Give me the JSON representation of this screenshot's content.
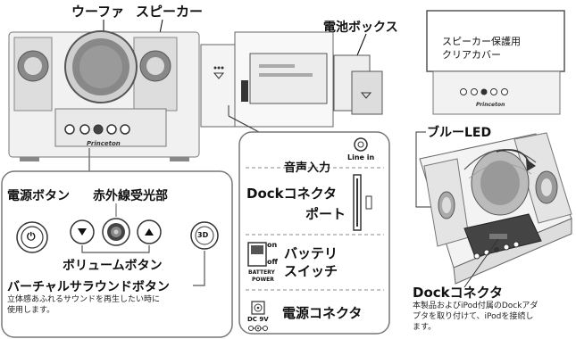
{
  "speaker_labels": {
    "woofer": "ウーファ",
    "speaker": "スピーカー"
  },
  "brand": "Princeton",
  "battery_box": {
    "title": "電池ボックス"
  },
  "cover": {
    "text_line1": "スピーカー保護用",
    "text_line2": "クリアカバー"
  },
  "blue_led": {
    "label": "ブルーLED"
  },
  "controls": {
    "power_button": "電源ボタン",
    "ir_receiver": "赤外線受光部",
    "volume": "ボリュームボタン",
    "btn_3d": "3D",
    "virtual_surround": "バーチャルサラウンドボタン",
    "virtual_surround_desc_1": "立体感あふれるサウンドを再生したい時に",
    "virtual_surround_desc_2": "使用します。"
  },
  "back_panel": {
    "audio_input": "音声入力",
    "line_in": "Line in",
    "dock_connector_port_1": "Dockコネクタ",
    "dock_connector_port_2": "ポート",
    "battery_switch_1": "バッテリ",
    "battery_switch_2": "スイッチ",
    "switch_on": "on",
    "switch_off": "off",
    "switch_caption_1": "BATTERY",
    "switch_caption_2": "POWER",
    "power_connector": "電源コネクタ",
    "dc_label": "DC 9V"
  },
  "dock": {
    "title": "Dockコネクタ",
    "desc_1": "本製品およびiPod付属のDockアダ",
    "desc_2": "プタを取り付けて、iPodを接続し",
    "desc_3": "ます。"
  }
}
